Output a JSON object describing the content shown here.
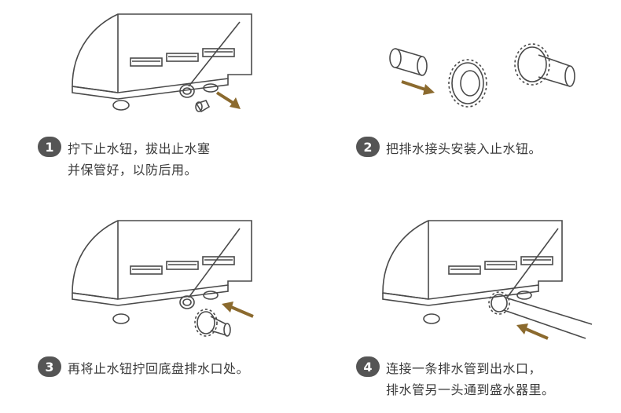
{
  "colors": {
    "line": "#4a4a4a",
    "arrow": "#8b6a2e",
    "badge": "#555555",
    "text": "#3a3a3a"
  },
  "steps": [
    {
      "number": "1",
      "lines": [
        "拧下止水钮，拔出止水塞",
        "并保管好，以防后用。"
      ]
    },
    {
      "number": "2",
      "lines": [
        "把排水接头安装入止水钮。"
      ]
    },
    {
      "number": "3",
      "lines": [
        "再将止水钮拧回底盘排水口处。"
      ]
    },
    {
      "number": "4",
      "lines": [
        "连接一条排水管到出水口，",
        "排水管另一头通到盛水器里。"
      ]
    }
  ]
}
